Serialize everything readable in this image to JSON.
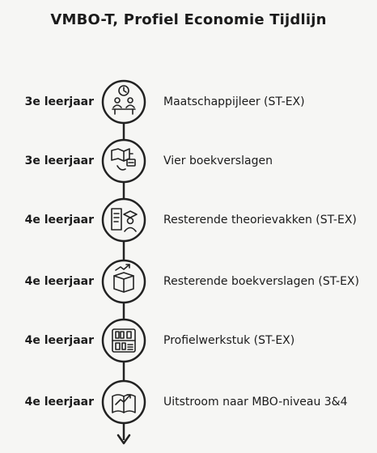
{
  "title": "VMBO-T, Profiel Economie Tijdlijn",
  "steps": [
    {
      "year": "3e leerjaar",
      "label": "Maatschappijleer (ST-EX)",
      "icon": "teacher-students-clock-icon"
    },
    {
      "year": "3e leerjaar",
      "label": "Vier boekverslagen",
      "icon": "book-report-icon"
    },
    {
      "year": "4e leerjaar",
      "label": "Resterende theorievakken (ST-EX)",
      "icon": "graduate-document-icon"
    },
    {
      "year": "4e leerjaar",
      "label": "Resterende boekverslagen (ST-EX)",
      "icon": "box-growth-arrow-icon"
    },
    {
      "year": "4e leerjaar",
      "label": "Profielwerkstuk (ST-EX)",
      "icon": "bookshelf-icon"
    },
    {
      "year": "4e leerjaar",
      "label": "Uitstroom naar MBO-niveau 3&4",
      "icon": "book-growth-arrow-icon"
    }
  ]
}
